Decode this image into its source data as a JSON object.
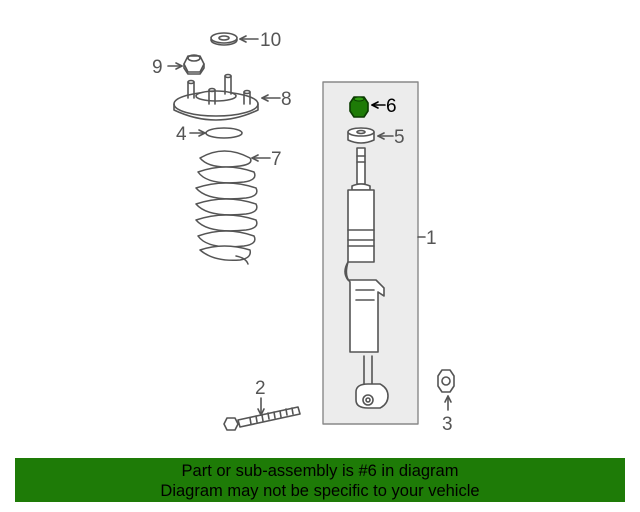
{
  "diagram": {
    "callouts": [
      "10",
      "9",
      "8",
      "4",
      "7",
      "6",
      "5",
      "1",
      "2",
      "3"
    ],
    "highlighted_callout": "6",
    "colors": {
      "line": "#555555",
      "highlight": "#1e7b07",
      "assembly_box": "#ececec"
    }
  },
  "banner": {
    "line1": "Part or sub-assembly is #6 in diagram",
    "line2": "Diagram may not be specific to your vehicle",
    "background": "#1e7b07"
  }
}
